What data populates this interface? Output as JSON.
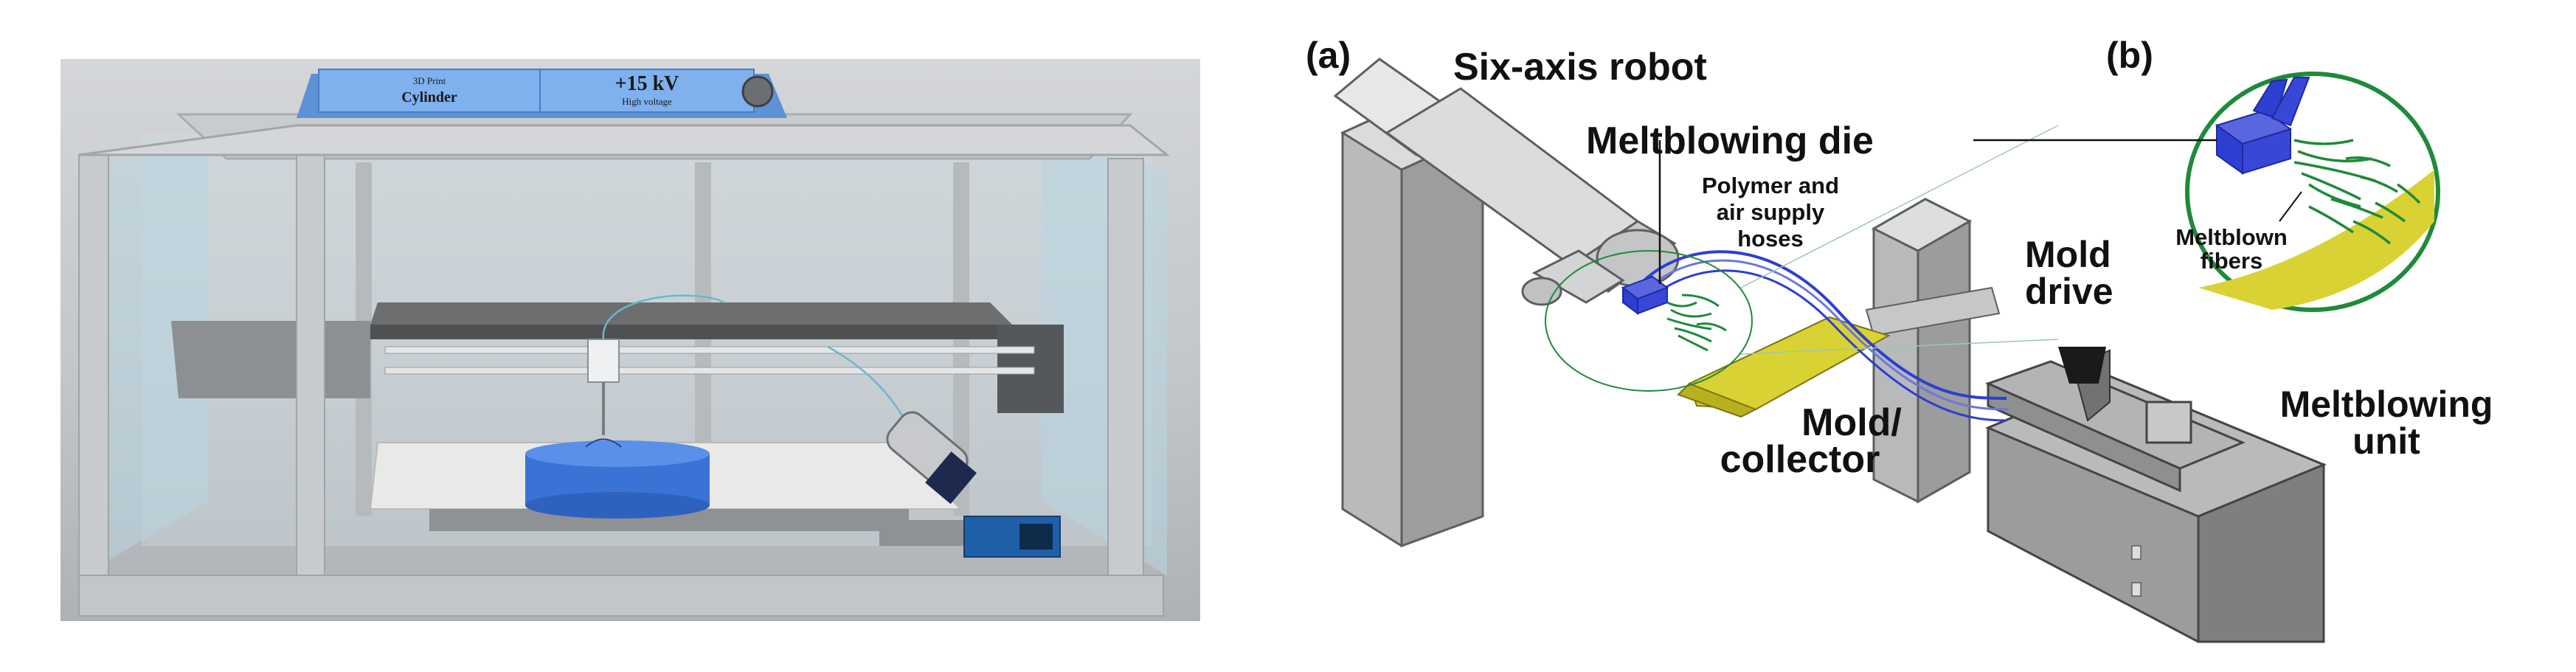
{
  "printer": {
    "display_title_line1": "3D Print",
    "display_title_line2": "Cylinder",
    "display_voltage": "+15 kV",
    "display_voltage_caption": "High voltage"
  },
  "diagram": {
    "panel_a_label": "(a)",
    "panel_b_label": "(b)",
    "robot_label": "Six-axis robot",
    "die_label": "Meltblowing die",
    "hoses_label_line1": "Polymer and",
    "hoses_label_line2": "air supply",
    "hoses_label_line3": "hoses",
    "mold_drive_line1": "Mold",
    "mold_drive_line2": "drive",
    "mold_collector_line1": "Mold/",
    "mold_collector_line2": "collector",
    "unit_line1": "Meltblowing",
    "unit_line2": "unit",
    "fibers_line1": "Meltblown",
    "fibers_line2": "fibers"
  },
  "colors": {
    "panel_blue": "#6fa6e6",
    "cylinder_blue": "#3a73d6",
    "die_blue": "#2d3fd0",
    "fiber_green": "#1e8a3a",
    "mold_yellow": "#d9d234",
    "machine_gray": "#9a9c9e"
  }
}
